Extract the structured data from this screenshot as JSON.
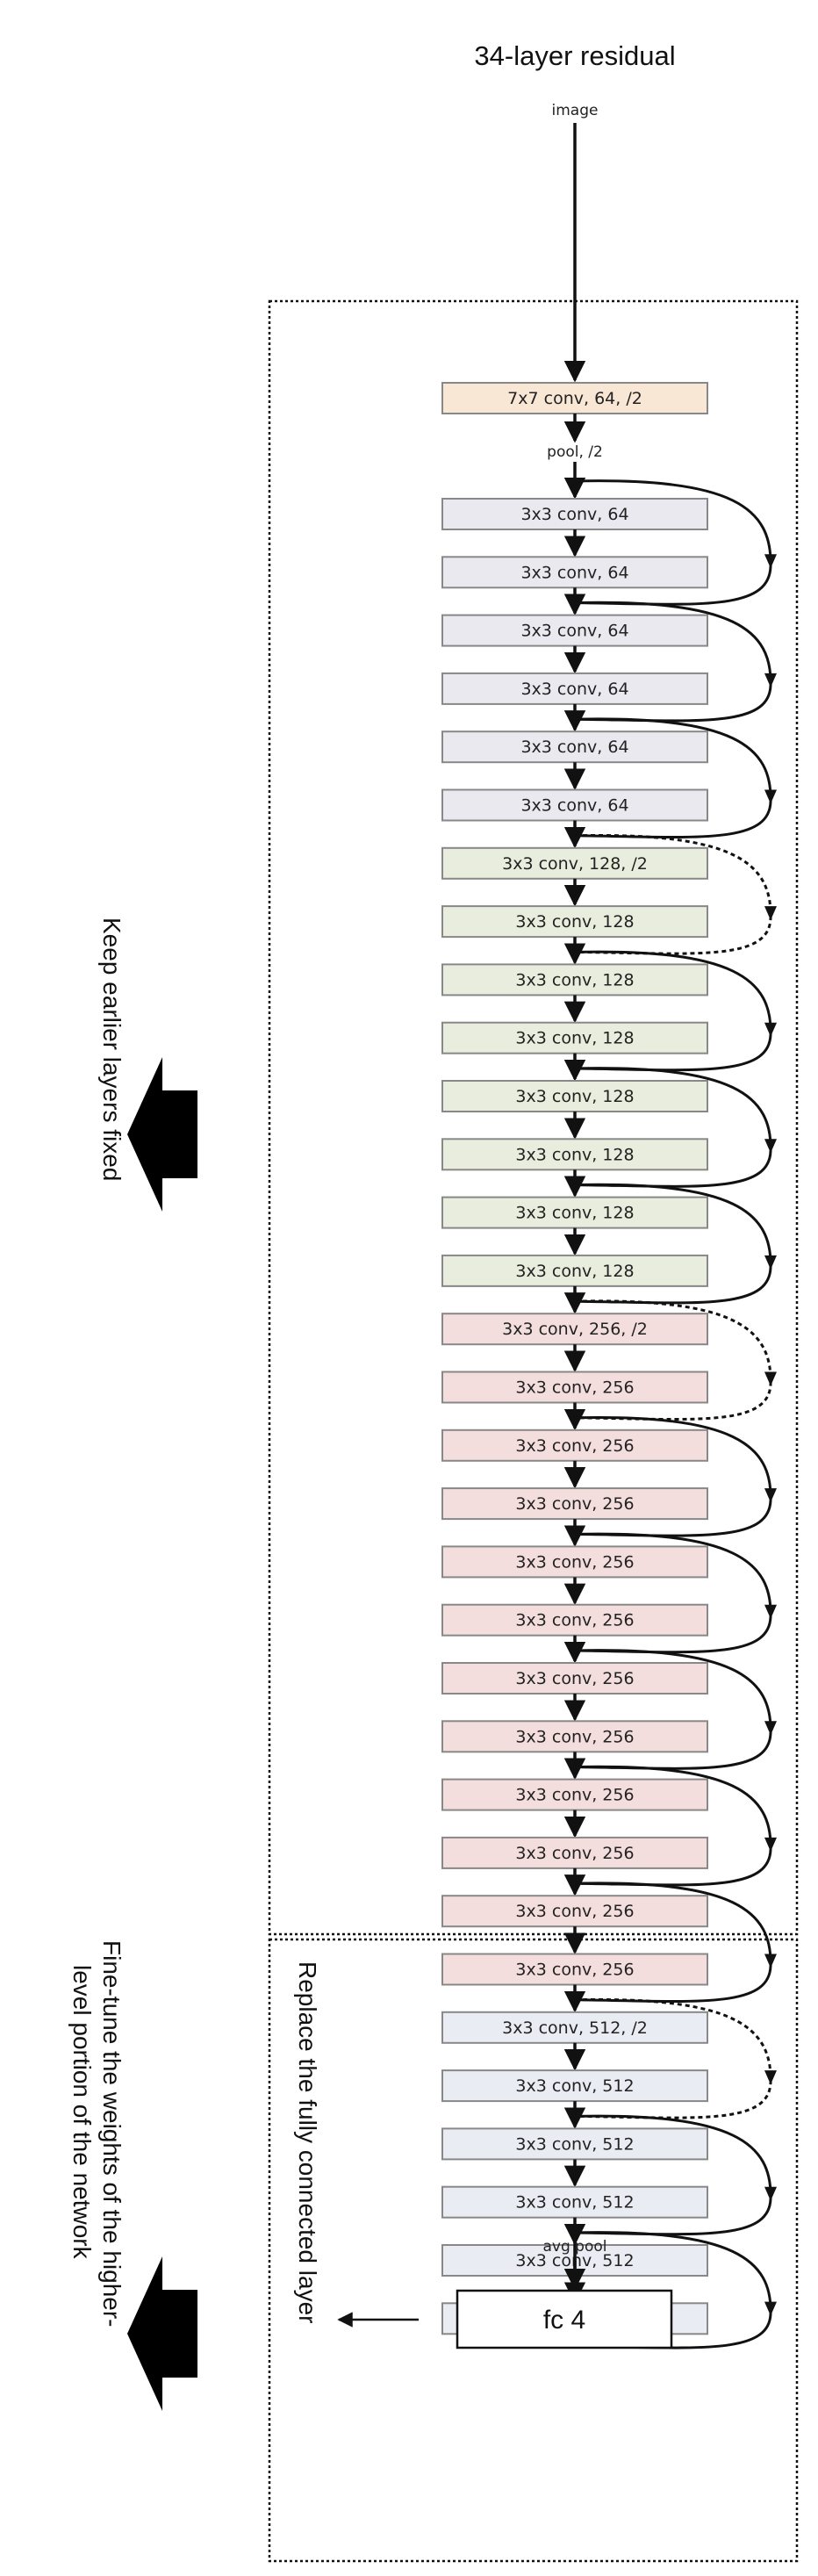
{
  "title": "34-layer residual",
  "input_label": "image",
  "pool_label": "pool, /2",
  "avg_pool_label": "avg pool",
  "first_layer": {
    "label": "7x7 conv, 64, /2",
    "color": "#f9e7d6"
  },
  "stages": [
    {
      "color": "#ebe9f0",
      "layers": [
        "3x3 conv, 64",
        "3x3 conv, 64",
        "3x3 conv, 64",
        "3x3 conv, 64",
        "3x3 conv, 64",
        "3x3 conv, 64"
      ]
    },
    {
      "color": "#e8eddd",
      "layers": [
        "3x3 conv, 128, /2",
        "3x3 conv, 128",
        "3x3 conv, 128",
        "3x3 conv, 128",
        "3x3 conv, 128",
        "3x3 conv, 128",
        "3x3 conv, 128",
        "3x3 conv, 128"
      ]
    },
    {
      "color": "#f3dedd",
      "layers": [
        "3x3 conv, 256, /2",
        "3x3 conv, 256",
        "3x3 conv, 256",
        "3x3 conv, 256",
        "3x3 conv, 256",
        "3x3 conv, 256",
        "3x3 conv, 256",
        "3x3 conv, 256",
        "3x3 conv, 256",
        "3x3 conv, 256",
        "3x3 conv, 256",
        "3x3 conv, 256"
      ]
    },
    {
      "color": "#e9ecf2",
      "layers": [
        "3x3 conv, 512, /2",
        "3x3 conv, 512",
        "3x3 conv, 512",
        "3x3 conv, 512",
        "3x3 conv, 512",
        "3x3 conv, 512"
      ]
    }
  ],
  "fc_label": "fc 4",
  "left_labels": {
    "fixed": "Keep earlier layers fixed",
    "finetune_line1": "Fine-tune the weights of the higher-",
    "finetune_line2": "level portion of the network"
  },
  "replace_label": "Replace the fully connected layer",
  "colors": {
    "stroke": "#888888",
    "line": "#111111"
  }
}
